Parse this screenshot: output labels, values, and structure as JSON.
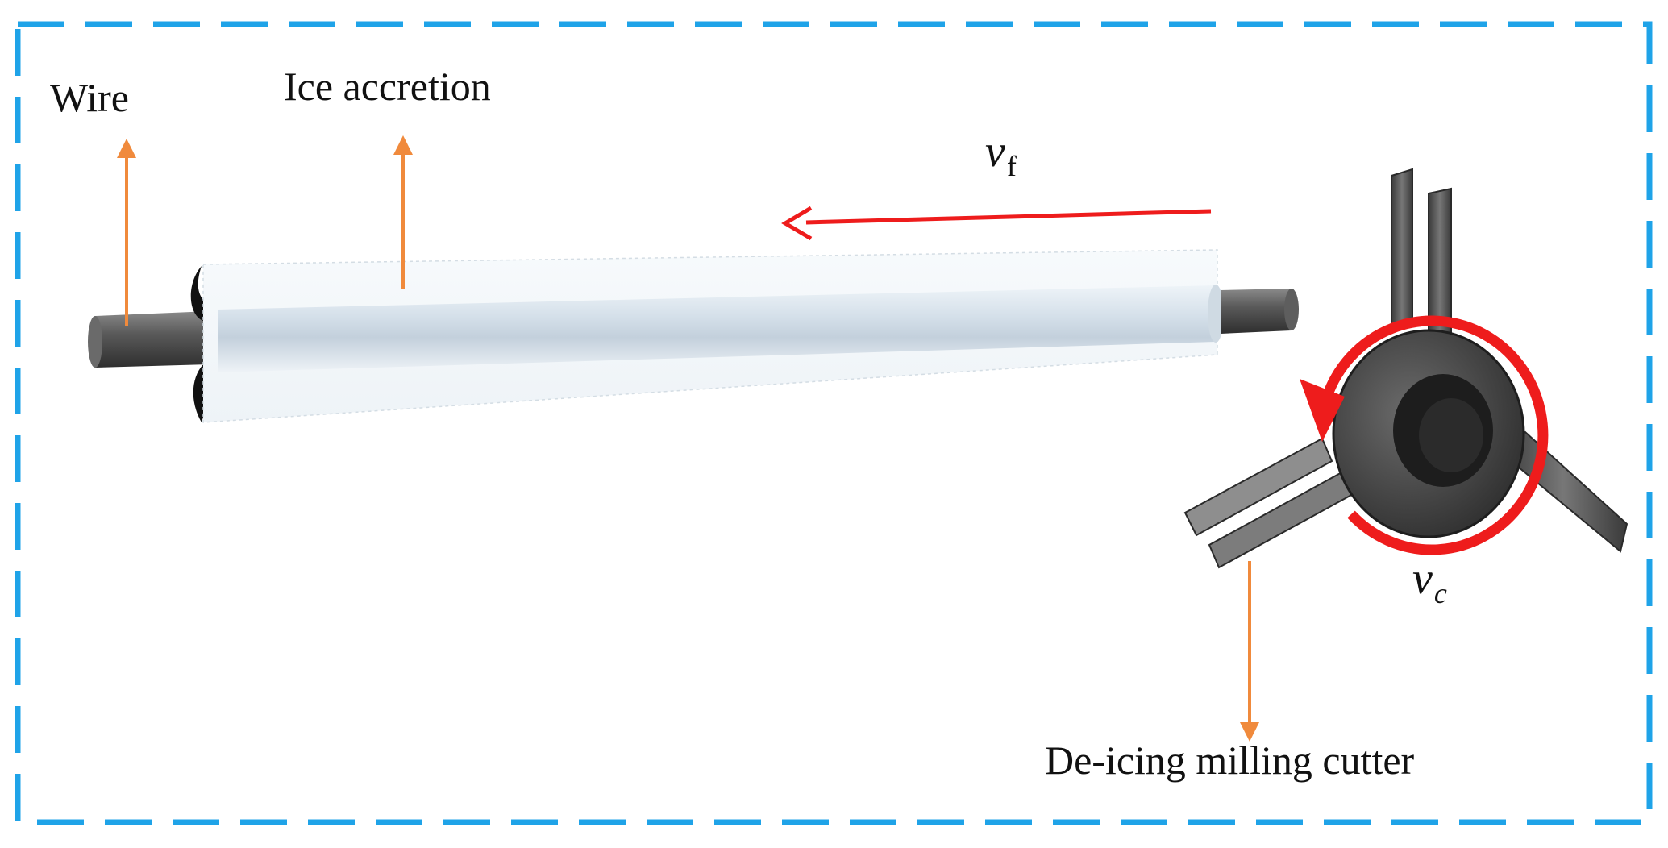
{
  "labels": {
    "wire": "Wire",
    "ice_accretion": "Ice accretion",
    "cutter": "De-icing milling cutter"
  },
  "velocities": {
    "feed_symbol": "v",
    "feed_subscript": "f",
    "cut_symbol": "v",
    "cut_subscript": "c"
  },
  "colors": {
    "frame": "#1fa3e8",
    "pointer": "#f08a3c",
    "motion": "#ee1c1c",
    "ice": "#dde7ef",
    "metal": "#4a4a4a"
  }
}
